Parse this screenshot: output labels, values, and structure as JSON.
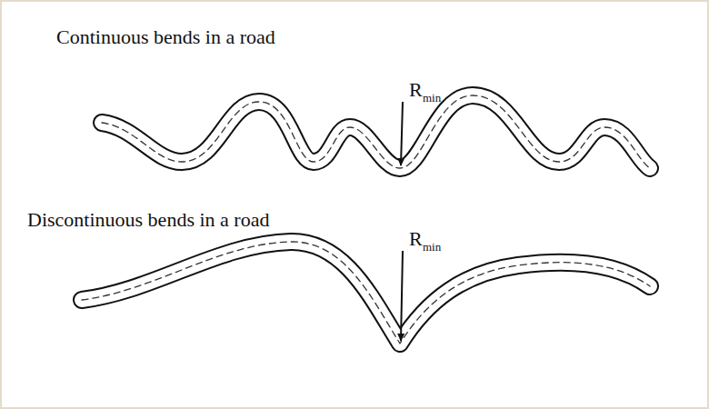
{
  "diagram": {
    "labels": [
      "Continuous bends in a road",
      "R",
      "min",
      "Discontinuous bends in a road",
      "R",
      "min"
    ]
  }
}
